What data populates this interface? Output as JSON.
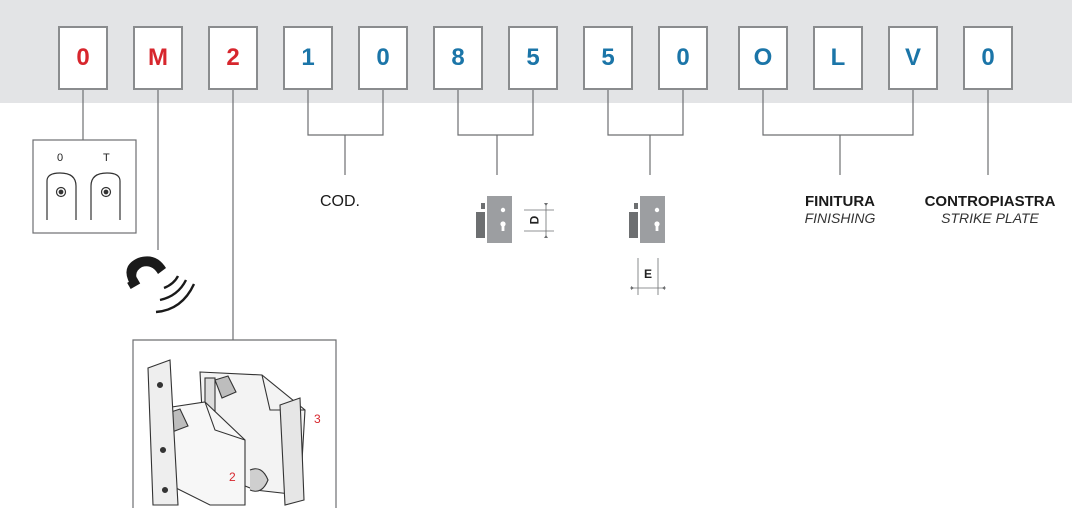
{
  "code": {
    "chars": [
      "0",
      "M",
      "2",
      "1",
      "0",
      "8",
      "5",
      "5",
      "0",
      "O",
      "L",
      "V",
      "0"
    ],
    "colors": [
      "#d7262d",
      "#d7262d",
      "#d7262d",
      "#1b75a8",
      "#1b75a8",
      "#1b75a8",
      "#1b75a8",
      "#1b75a8",
      "#1b75a8",
      "#1b75a8",
      "#1b75a8",
      "#1b75a8",
      "#1b75a8"
    ]
  },
  "hand_panel": {
    "left_label": "0",
    "right_label": "T"
  },
  "cod_label": "COD.",
  "dim_d": "D",
  "dim_e": "E",
  "finitura": {
    "title": "FINITURA",
    "subtitle": "FINISHING"
  },
  "contropiastra": {
    "title": "CONTROPIASTRA",
    "subtitle": "STRIKE PLATE"
  },
  "lock_callouts": {
    "a": "3",
    "b": "2"
  },
  "icons": [
    "magnet-icon",
    "lock-body-icon",
    "lock-illustration"
  ]
}
